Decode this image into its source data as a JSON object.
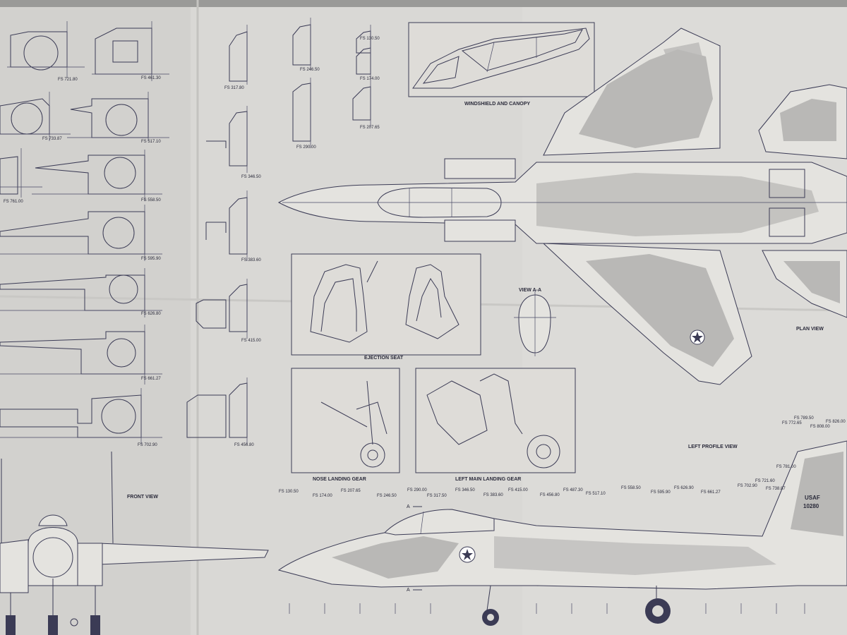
{
  "title_labels": {
    "windshield": "WINDSHIELD AND CANOPY",
    "ejection_seat": "EJECTION SEAT",
    "nose_gear": "NOSE LANDING GEAR",
    "main_gear": "LEFT MAIN LANDING GEAR",
    "view_aa": "VIEW A-A",
    "plan_view": "PLAN VIEW",
    "left_profile": "LEFT PROFILE VIEW",
    "front_view": "FRONT VIEW",
    "tail_code_1": "USAF",
    "tail_code_2": "10280",
    "section_a": "A"
  },
  "sections_left": [
    "FS 721.80",
    "FS 461.30",
    "FS 733.87",
    "FS 517.10",
    "FS 761.00",
    "FS 558.50",
    "FS 595.90",
    "FS 626.80",
    "FS 661.27",
    "FS 702.90"
  ],
  "sections_mid": [
    "FS 317.80",
    "FS 346.50",
    "FS 383.60",
    "FS 415.00",
    "FS 456.80"
  ],
  "sections_right": [
    "FS 246.50",
    "FS 290.00",
    "FS 130.50",
    "FS 174.00",
    "FS 207.65"
  ],
  "station_labels_top": [
    "FS 789.50",
    "FS 772.65",
    "FS 826.00",
    "FS 808.00",
    "FS 781.00",
    "FS 721.60",
    "FS 702.90",
    "FS 738.87"
  ],
  "station_labels_row": [
    "FS 130.50",
    "FS 174.00",
    "FS 207.65",
    "FS 246.50",
    "FS 290.00",
    "FS 317.50",
    "FS 346.50",
    "FS 383.60",
    "FS 415.00",
    "FS 456.80",
    "FS 487.30",
    "FS 517.10",
    "FS 558.50",
    "FS 595.90",
    "FS 626.90",
    "FS 661.27"
  ]
}
